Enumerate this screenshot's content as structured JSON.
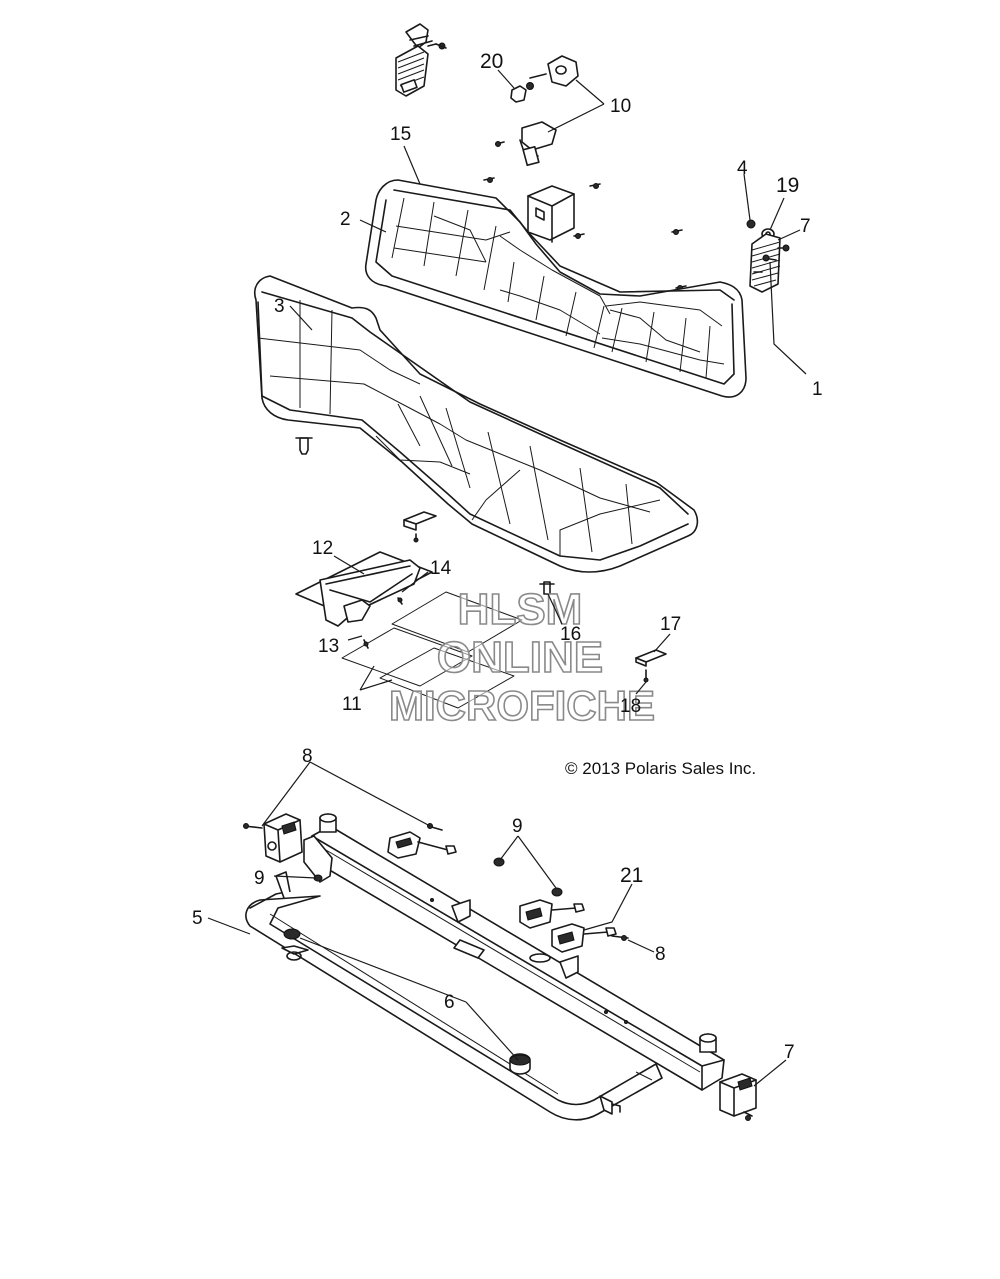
{
  "callouts": {
    "c1": "1",
    "c2": "2",
    "c3": "3",
    "c4": "4",
    "c5": "5",
    "c6": "6",
    "c7a": "7",
    "c7b": "7",
    "c8a": "8",
    "c8b": "8",
    "c9a": "9",
    "c9b": "9",
    "c10": "10",
    "c11": "11",
    "c12": "12",
    "c13": "13",
    "c14": "14",
    "c15": "15",
    "c16": "16",
    "c17": "17",
    "c18": "18",
    "c19": "19",
    "c20": "20",
    "c21": "21"
  },
  "copyright": "© 2013 Polaris Sales Inc.",
  "watermark": {
    "line1": "HLSM",
    "line2": "ONLINE",
    "line3": "MICROFICHE"
  }
}
